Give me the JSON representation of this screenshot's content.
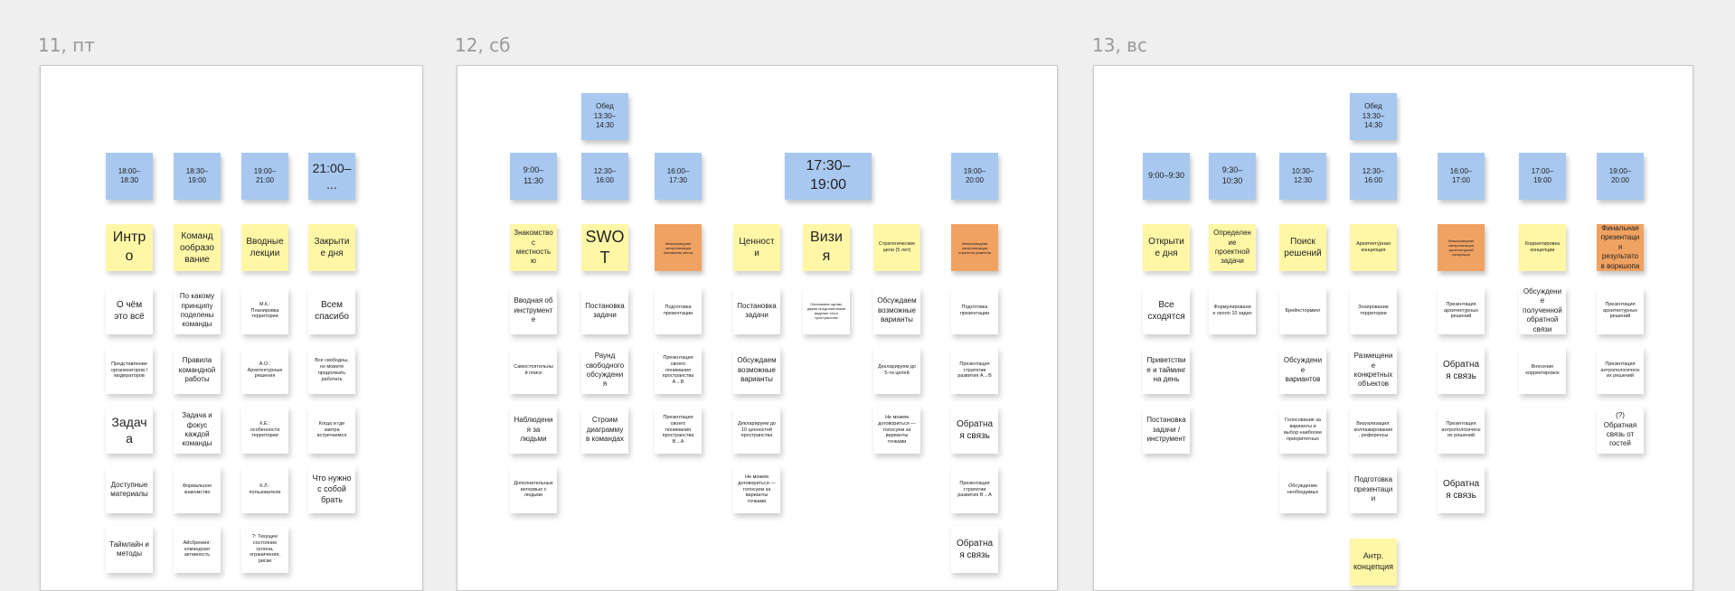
{
  "days": [
    {
      "label": "11, пт",
      "slots": [
        "18:00–18:30",
        "18:30–19:00",
        "19:00–21:00",
        "21:00–..."
      ],
      "topics": [
        "Интро",
        "Команд ообразо вание",
        "Вводные лекции",
        "Закрытие дня"
      ],
      "col1": [
        "О чём это всё",
        "Представление организаторов / модераторов",
        "Задача",
        "Доступные материалы",
        "Таймлайн и методы"
      ],
      "col2": [
        "По какому принципу поделены команды",
        "Правила командной работы",
        "Задача и фокус каждой команды",
        "Формальное знакомство",
        "Айсбрекинг: командная активность"
      ],
      "col3": [
        "М.К.: Планировка территории",
        "А.О.: Архитектурные решения",
        "К.Е.: особенности территории",
        "К.Л.: пользователи",
        "?: Текущее состояние склона, ограничения, риски"
      ],
      "col4": [
        "Всем спасибо",
        "Все свободны, но можете продолжать работать",
        "Когда и где завтра встречаемся",
        "Что нужно с собой брать"
      ]
    },
    {
      "label": "12, сб",
      "lunch": "Обед 13:30–14:30",
      "slots": [
        "9:00–11:30",
        "12:30–16:00",
        "16:00–17:30",
        "17:30–19:00",
        "19:00–20:00"
      ],
      "topics": [
        "Знакомство с местностью",
        "SWOT",
        "Межкомандная синхронизация понимания места",
        "Ценности",
        "Визия",
        "Стратегические цели (5 лет)",
        "Межкомандная синхронизация стратегии развития"
      ],
      "col1": [
        "Вводная об инструменте",
        "Самостоятельный поиск",
        "Наблюдения за людьми",
        "Дополнительные интервью с людьми"
      ],
      "col2": [
        "Постановка задачи",
        "Раунд свободного обсуждения",
        "Строим диаграмму в командах"
      ],
      "col3": [
        "Подготовка презентации",
        "Презентация своего понимания пространства А→В",
        "Презентация своего понимания пространства В→А"
      ],
      "col4": [
        "Постановка задачи",
        "Обсуждаем возможные варианты",
        "Декларируем до 10 ценностей пространства",
        "Не можем договориться — голосуем за варианты точками"
      ],
      "col5": [
        "Описываем одним-двумя предложениями видение этого пространства"
      ],
      "col6": [
        "Обсуждаем возможные варианты",
        "Декларируем до 5-ти целей",
        "Не можем договориться — голосуем за варианты точками"
      ],
      "col7": [
        "Подготовка презентации",
        "Презентация стратегии развития А→В",
        "Обратная связь",
        "Презентация стратегии развития В→А",
        "Обратная связь"
      ]
    },
    {
      "label": "13, вс",
      "lunch": "Обед 13:30–14:30",
      "slots": [
        "9:00–9:30",
        "9:30–10:30",
        "10:30–12:30",
        "12:30–16:00",
        "16:00–17:00",
        "17:00–19:00",
        "19:00–20:00"
      ],
      "topics": [
        "Открытие дня",
        "Определение проектной задачи",
        "Поиск решений",
        "Архитектурная концепция",
        "Межкомандная синхронизация архитектурной концепции",
        "Корректировка концепции",
        "Финальная презентация результатов воркшопа"
      ],
      "col1": [
        "Все сходятся",
        "Приветствие и тайминг на день",
        "Постановка задачи / инструмент"
      ],
      "col2": [
        "Формулирование около 10 задач"
      ],
      "col3": [
        "Брейнсторминг",
        "Обсуждение вариантов",
        "Голосование за варианты и выбор наиболее приоритетных",
        "Обсуждение необходимых"
      ],
      "col4": [
        "Зонирование территории",
        "Размещение конкретных объектов",
        "Визуализация: коллажирование, референсы",
        "Подготовка презентации",
        "Антр. концепция"
      ],
      "col5": [
        "Презентация архитектурных решений",
        "Обратная связь",
        "Презентация антропологических решений",
        "Обратная связь"
      ],
      "col6": [
        "Обсуждение полученной обратной связи",
        "Внесение корректировок"
      ],
      "col7": [
        "Презентация архитектурных решений",
        "Презентация антропологических решений",
        "(?) Обратная связь от гостей"
      ]
    }
  ]
}
